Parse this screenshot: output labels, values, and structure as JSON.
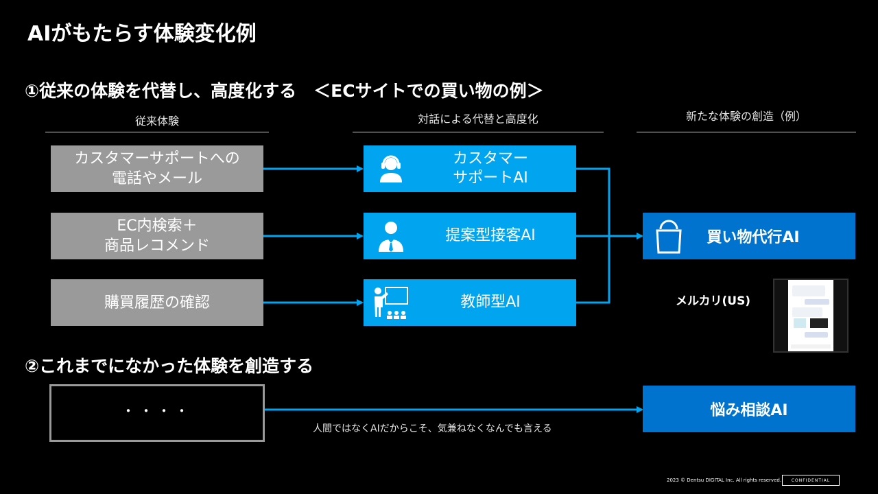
{
  "title": "AIがもたらす体験変化例",
  "section1": {
    "heading": "①従来の体験を代替し、高度化する　＜ECサイトでの買い物の例＞"
  },
  "columns": {
    "left": "従来体験",
    "middle": "対話による代替と高度化",
    "right": "新たな体験の創造（例）"
  },
  "legacy_experiences": [
    "カスタマーサポートへの\n電話やメール",
    "EC内検索＋\n商品レコメンド",
    "購買履歴の確認"
  ],
  "ai_replacements": [
    {
      "label": "カスタマー\nサポートAI",
      "icon": "headset-agent-icon"
    },
    {
      "label": "提案型接客AI",
      "icon": "businessman-icon"
    },
    {
      "label": "教師型AI",
      "icon": "teacher-icon"
    }
  ],
  "shopping_agent": {
    "label": "買い物代行AI",
    "icon": "shopping-bag-icon"
  },
  "example": {
    "label": "メルカリ(US)"
  },
  "section2": {
    "heading": "②これまでになかった体験を創造する"
  },
  "unknown_box": {
    "label": "・・・・"
  },
  "consult_ai": {
    "label": "悩み相談AI"
  },
  "arrow_caption": "人間ではなくAIだからこそ、気兼ねなくなんでも言える",
  "footer": {
    "copyright": "2023 © Dentsu DIGITAL Inc. All rights reserved.",
    "confidential": "CONFIDENTIAL"
  },
  "colors": {
    "ai_blue": "#00a4ef",
    "result_blue": "#0073cf",
    "legacy_gray": "#9a9a9a"
  }
}
